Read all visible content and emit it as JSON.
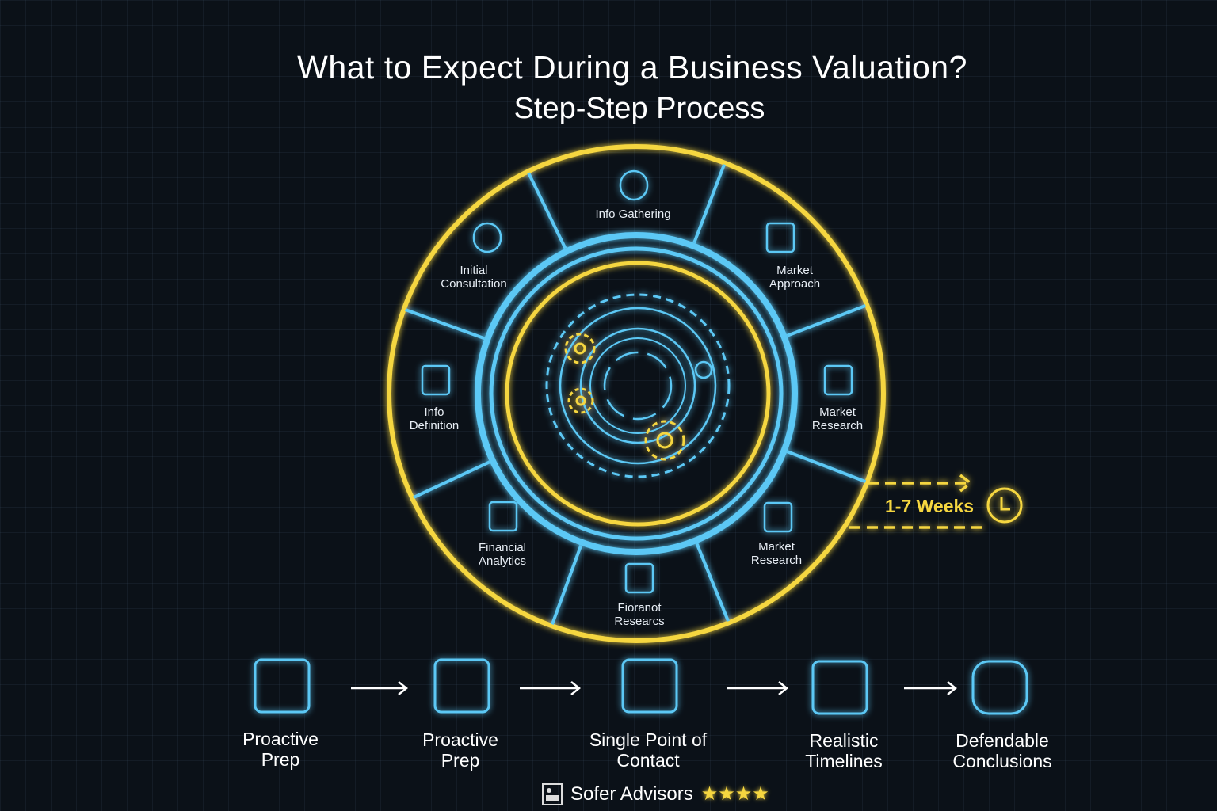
{
  "title": "What to Expect During a Business Valuation?",
  "subtitle": "Step-Step Process",
  "wheel": {
    "segments": [
      {
        "label": "Info Gathering",
        "icon": "gear-icon"
      },
      {
        "label": "Market Approach",
        "icon": "person-icon"
      },
      {
        "label": "Market Research",
        "icon": "spreadsheet-icon"
      },
      {
        "label": "Market Research",
        "icon": "report-icon"
      },
      {
        "label": "Fioranot Researcs",
        "icon": "envelope-shield-icon"
      },
      {
        "label": "Financial Analytics",
        "icon": "analyst-icon"
      },
      {
        "label": "Info Definition",
        "icon": "document-gear-icon"
      },
      {
        "label": "Initial Consultation",
        "icon": "gear-check-icon"
      }
    ],
    "duration": "1-7 Weeks"
  },
  "steps": [
    {
      "label": "Proactive Prep",
      "icon": "document-stack-check-icon"
    },
    {
      "label": "Proactive Prep",
      "icon": "chat-bubbles-icon"
    },
    {
      "label": "Single Point of Contact",
      "icon": "handshake-icon"
    },
    {
      "label": "Realistic Timelines",
      "icon": "calendar-icon"
    },
    {
      "label": "Defendable Conclusions",
      "icon": "shield-icon"
    }
  ],
  "footer": {
    "brand": "Sofer Advisors",
    "rating": 4,
    "stars": "★★★★"
  },
  "colors": {
    "yellow": "#f5d640",
    "blue": "#5cc8f5",
    "background": "#0b1118"
  }
}
